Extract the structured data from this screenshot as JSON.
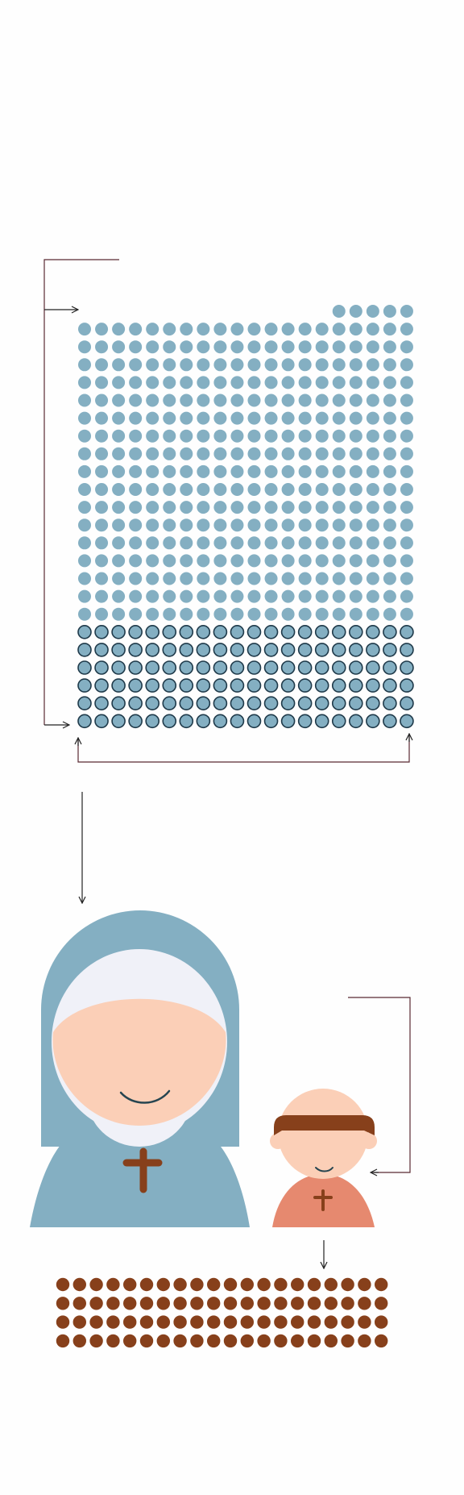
{
  "colors": {
    "background": "#fefefe",
    "blue_dot": "#84afc2",
    "dot_outline": "#1f3a4a",
    "connector": "#5a2a32",
    "arrow": "#222222",
    "brown_dot": "#87401b",
    "nun_habit": "#84afc2",
    "nun_coif": "#f0f1f8",
    "skin": "#fbcfb7",
    "smile": "#264550",
    "cross": "#87401b",
    "child_shirt": "#e6896f",
    "child_headband": "#87401b"
  },
  "blue_grid": {
    "columns": 20,
    "top_row_partial": 5,
    "plain_rows": 17,
    "outlined_rows": 6
  },
  "brown_grid": {
    "columns": 20,
    "rows": 4
  },
  "icons": {
    "nun": "nun-figure-icon",
    "child": "child-figure-icon",
    "cross": "cross-icon"
  }
}
